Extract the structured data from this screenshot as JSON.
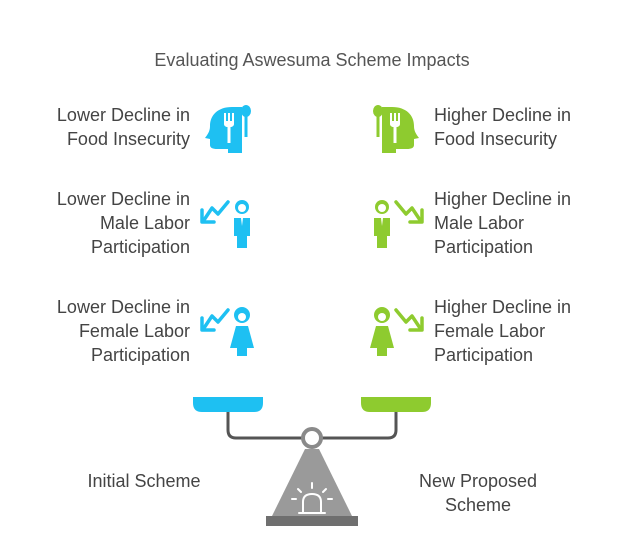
{
  "title": "Evaluating Aswesuma Scheme Impacts",
  "left_items": [
    {
      "lines": [
        "Lower Decline in",
        "Food Insecurity"
      ],
      "icon": "head-fork-knife-icon"
    },
    {
      "lines": [
        "Lower Decline in",
        "Male Labor",
        "Participation"
      ],
      "icon": "man-decline-icon"
    },
    {
      "lines": [
        "Lower Decline in",
        "Female Labor",
        "Participation"
      ],
      "icon": "woman-decline-icon"
    }
  ],
  "right_items": [
    {
      "lines": [
        "Higher Decline in",
        "Food Insecurity"
      ],
      "icon": "head-fork-knife-icon"
    },
    {
      "lines": [
        "Higher Decline in",
        "Male Labor",
        "Participation"
      ],
      "icon": "man-decline-icon"
    },
    {
      "lines": [
        "Higher Decline in",
        "Female Labor",
        "Participation"
      ],
      "icon": "woman-decline-icon"
    }
  ],
  "schemes": {
    "left": "Initial Scheme",
    "right_lines": [
      "New Proposed",
      "Scheme"
    ]
  },
  "colors": {
    "left": "#1ec0f2",
    "right": "#8ecb2f",
    "scale": "#9a9a9a"
  }
}
